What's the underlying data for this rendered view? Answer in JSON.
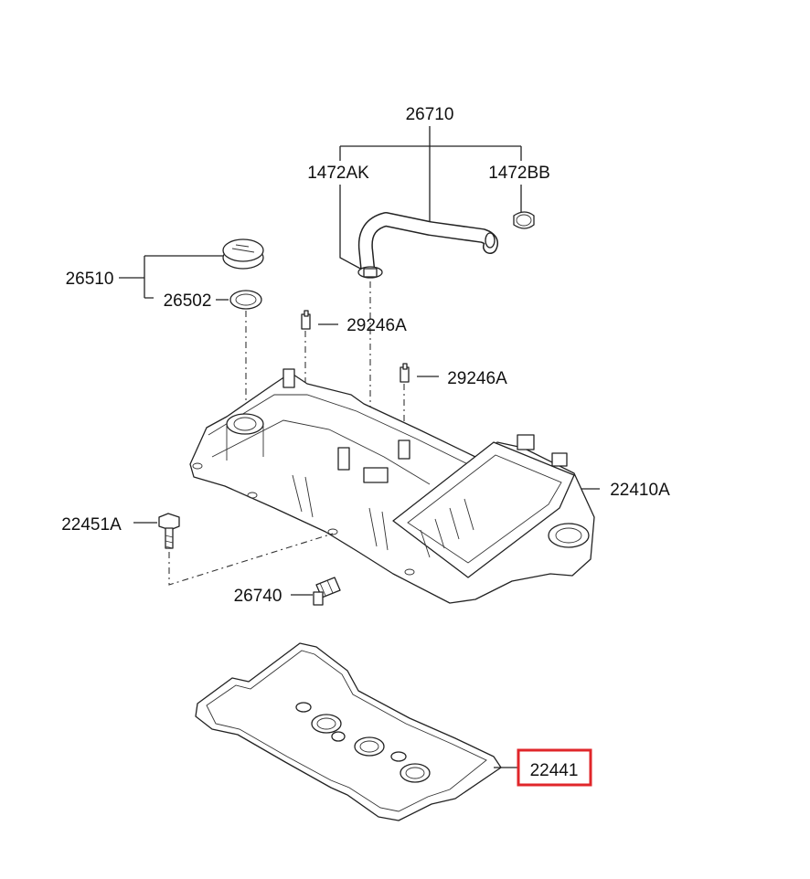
{
  "colors": {
    "line": "#222222",
    "highlight": "#e0262a",
    "background": "#ffffff"
  },
  "labels": {
    "hose_assembly": "26710",
    "clamp_left": "1472AK",
    "clamp_right": "1472BB",
    "oil_filler_cap_assembly": "26510",
    "cap_gasket": "26502",
    "connector_upper": "29246A",
    "connector_right": "29246A",
    "rocker_cover": "22410A",
    "bolt": "22451A",
    "pcv_valve": "26740",
    "cover_gasket": "22441"
  },
  "highlighted_part": "22441"
}
